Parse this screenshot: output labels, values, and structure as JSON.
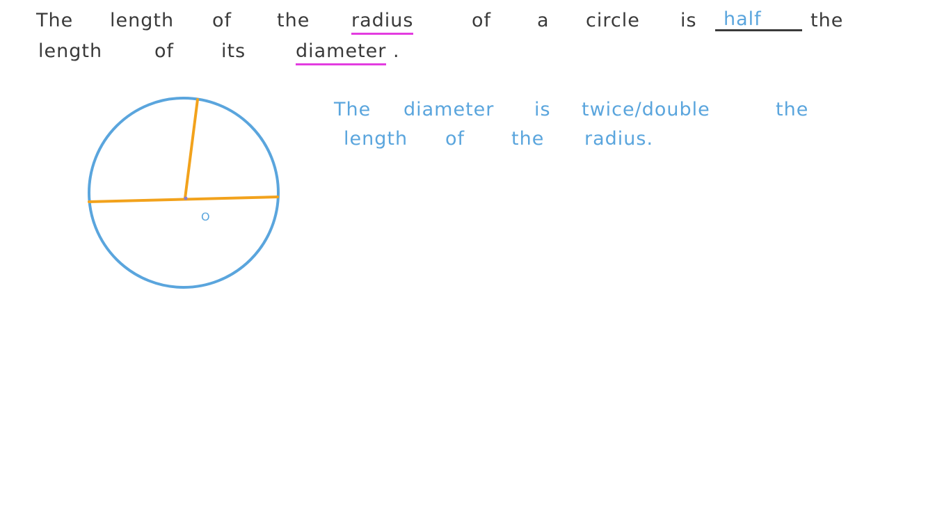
{
  "statement": {
    "line1": [
      "The",
      "length",
      "of",
      "the",
      "radius",
      "of",
      "a",
      "circle",
      "is",
      "half",
      "the"
    ],
    "line2": [
      "length",
      "of",
      "its",
      "diameter",
      "."
    ]
  },
  "explanation": {
    "line1": [
      "The",
      "diameter",
      "is",
      "twice/double",
      "the"
    ],
    "line2": [
      "length",
      "of",
      "the",
      "radius."
    ]
  },
  "diagram": {
    "center_label": "O"
  },
  "colors": {
    "ink": "#3a3a3a",
    "blue": "#5aa5dd",
    "highlight": "#e33ce0",
    "segment": "#f2a21c"
  }
}
